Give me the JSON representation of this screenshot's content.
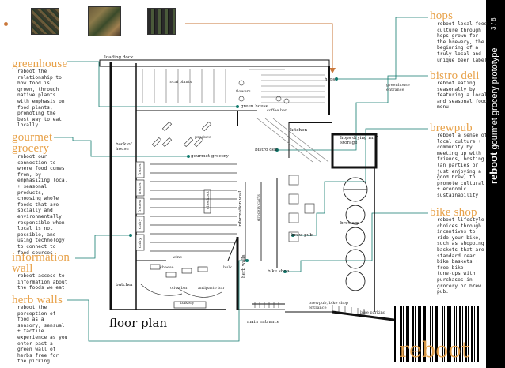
{
  "header": {
    "page_number": "3 / 8",
    "title_bold": "reboot",
    "title_rest": "gourmet grocery prototype"
  },
  "thumbnails": [
    {
      "name": "circuit-board-thumbnail"
    },
    {
      "name": "products-collage-thumbnail"
    },
    {
      "name": "circuit-board-dark-thumbnail"
    }
  ],
  "left_notes": {
    "greenhouse": {
      "title": "greenhouse",
      "text": "reboot the\nrelationship to\nhow food is\ngrown, through\nnative plants\nwith emphasis on\nfood plants,\npromoting the\nbest way to eat\nlocally"
    },
    "gourmet_grocery": {
      "title1": "gourmet",
      "title2": "grocery",
      "text": "reboot our\nconnection to\nwhere food comes\nfrom, by\nemphasizing local\n+ seasonal\nproducts,\nchoosing whole\nfoods that are\nsocially and\nenvironmentally\nresponsible when\nlocal is not\npossible, and\nusing technology\nto connect to\nfood sources"
    },
    "information_wall": {
      "title1": "information",
      "title2": "wall",
      "text": "reboot access to\ninformation about\nthe foods we eat"
    },
    "herb_walls": {
      "title": "herb walls",
      "text": "reboot the\nperception of\nfood as a\nsensory, sensual\n+ tactile\nexperience as you\nenter past a\ngreen wall of\nherbs free for\nthe picking"
    }
  },
  "right_notes": {
    "hops": {
      "title": "hops",
      "text": "reboot local food\nculture through\nhops grown for\nthe brewery, the\nbeginning of a\ntruly local and\nunique beer label"
    },
    "bistro_deli": {
      "title": "bistro deli",
      "text": "reboot eating\nseasonally by\nfeaturing a local\nand seasonal food\nmenu"
    },
    "brewpub": {
      "title": "brewpub",
      "text": "reboot a sense of\nlocal culture +\ncommunity by\nmeeting up with\nfriends, hosting\nlan parties or\njust enjoying a\ngood brew, to\npromote cultural\n+ economic\nsustainability"
    },
    "bike_shop": {
      "title": "bike shop",
      "text": "reboot lifestyle\nchoices through\nincentives to\nride your bike,\nsuch as shopping\nbaskets that are\nstandard rear\nbike baskets +\nfree bike\ntune-ups with\npurchases in\ngrocery or brew\npub."
    }
  },
  "plan": {
    "title": "floor plan",
    "labels": {
      "loading_dock": "loading dock",
      "local_plants": "local plants",
      "flowers": "flowers",
      "hops": "hops",
      "greenhouse_entrance": "greenhouse\nentrance",
      "coffee_bar": "coffee bar",
      "green_house": "green house",
      "kitchen": "kitchen",
      "bistro_deli": "bistro deli",
      "hops_drying": "hops drying rm./\nstorage",
      "back_of_house": "back of\nhouse",
      "produce": "produce",
      "gourmet_grocery": "gourmet grocery",
      "frozen": "frozen",
      "dairy": "dairy",
      "checkout": "checkout",
      "wine": "wine",
      "information_wall": "information wall",
      "grocery_carts": "grocery carts",
      "brewery": "brewery",
      "brew_pub": "brew pub",
      "herb_walls": "herb walls",
      "bulk": "bulk",
      "cheese": "cheese",
      "olive_bar": "olive bar",
      "antipasto_bar": "antipasto bar",
      "bike_shop": "bike shop",
      "butcher": "butcher",
      "bakery": "bakery",
      "bike_parking": "bike parking",
      "main_entrance": "main entrance",
      "brewpub_bike_shop_entrance": "brewpub, bike shop\nentrance"
    }
  },
  "logo": {
    "text": "reboot"
  },
  "colors": {
    "accent": "#e8a24a",
    "connector": "#117a6e",
    "arrow": "#c9773a"
  }
}
